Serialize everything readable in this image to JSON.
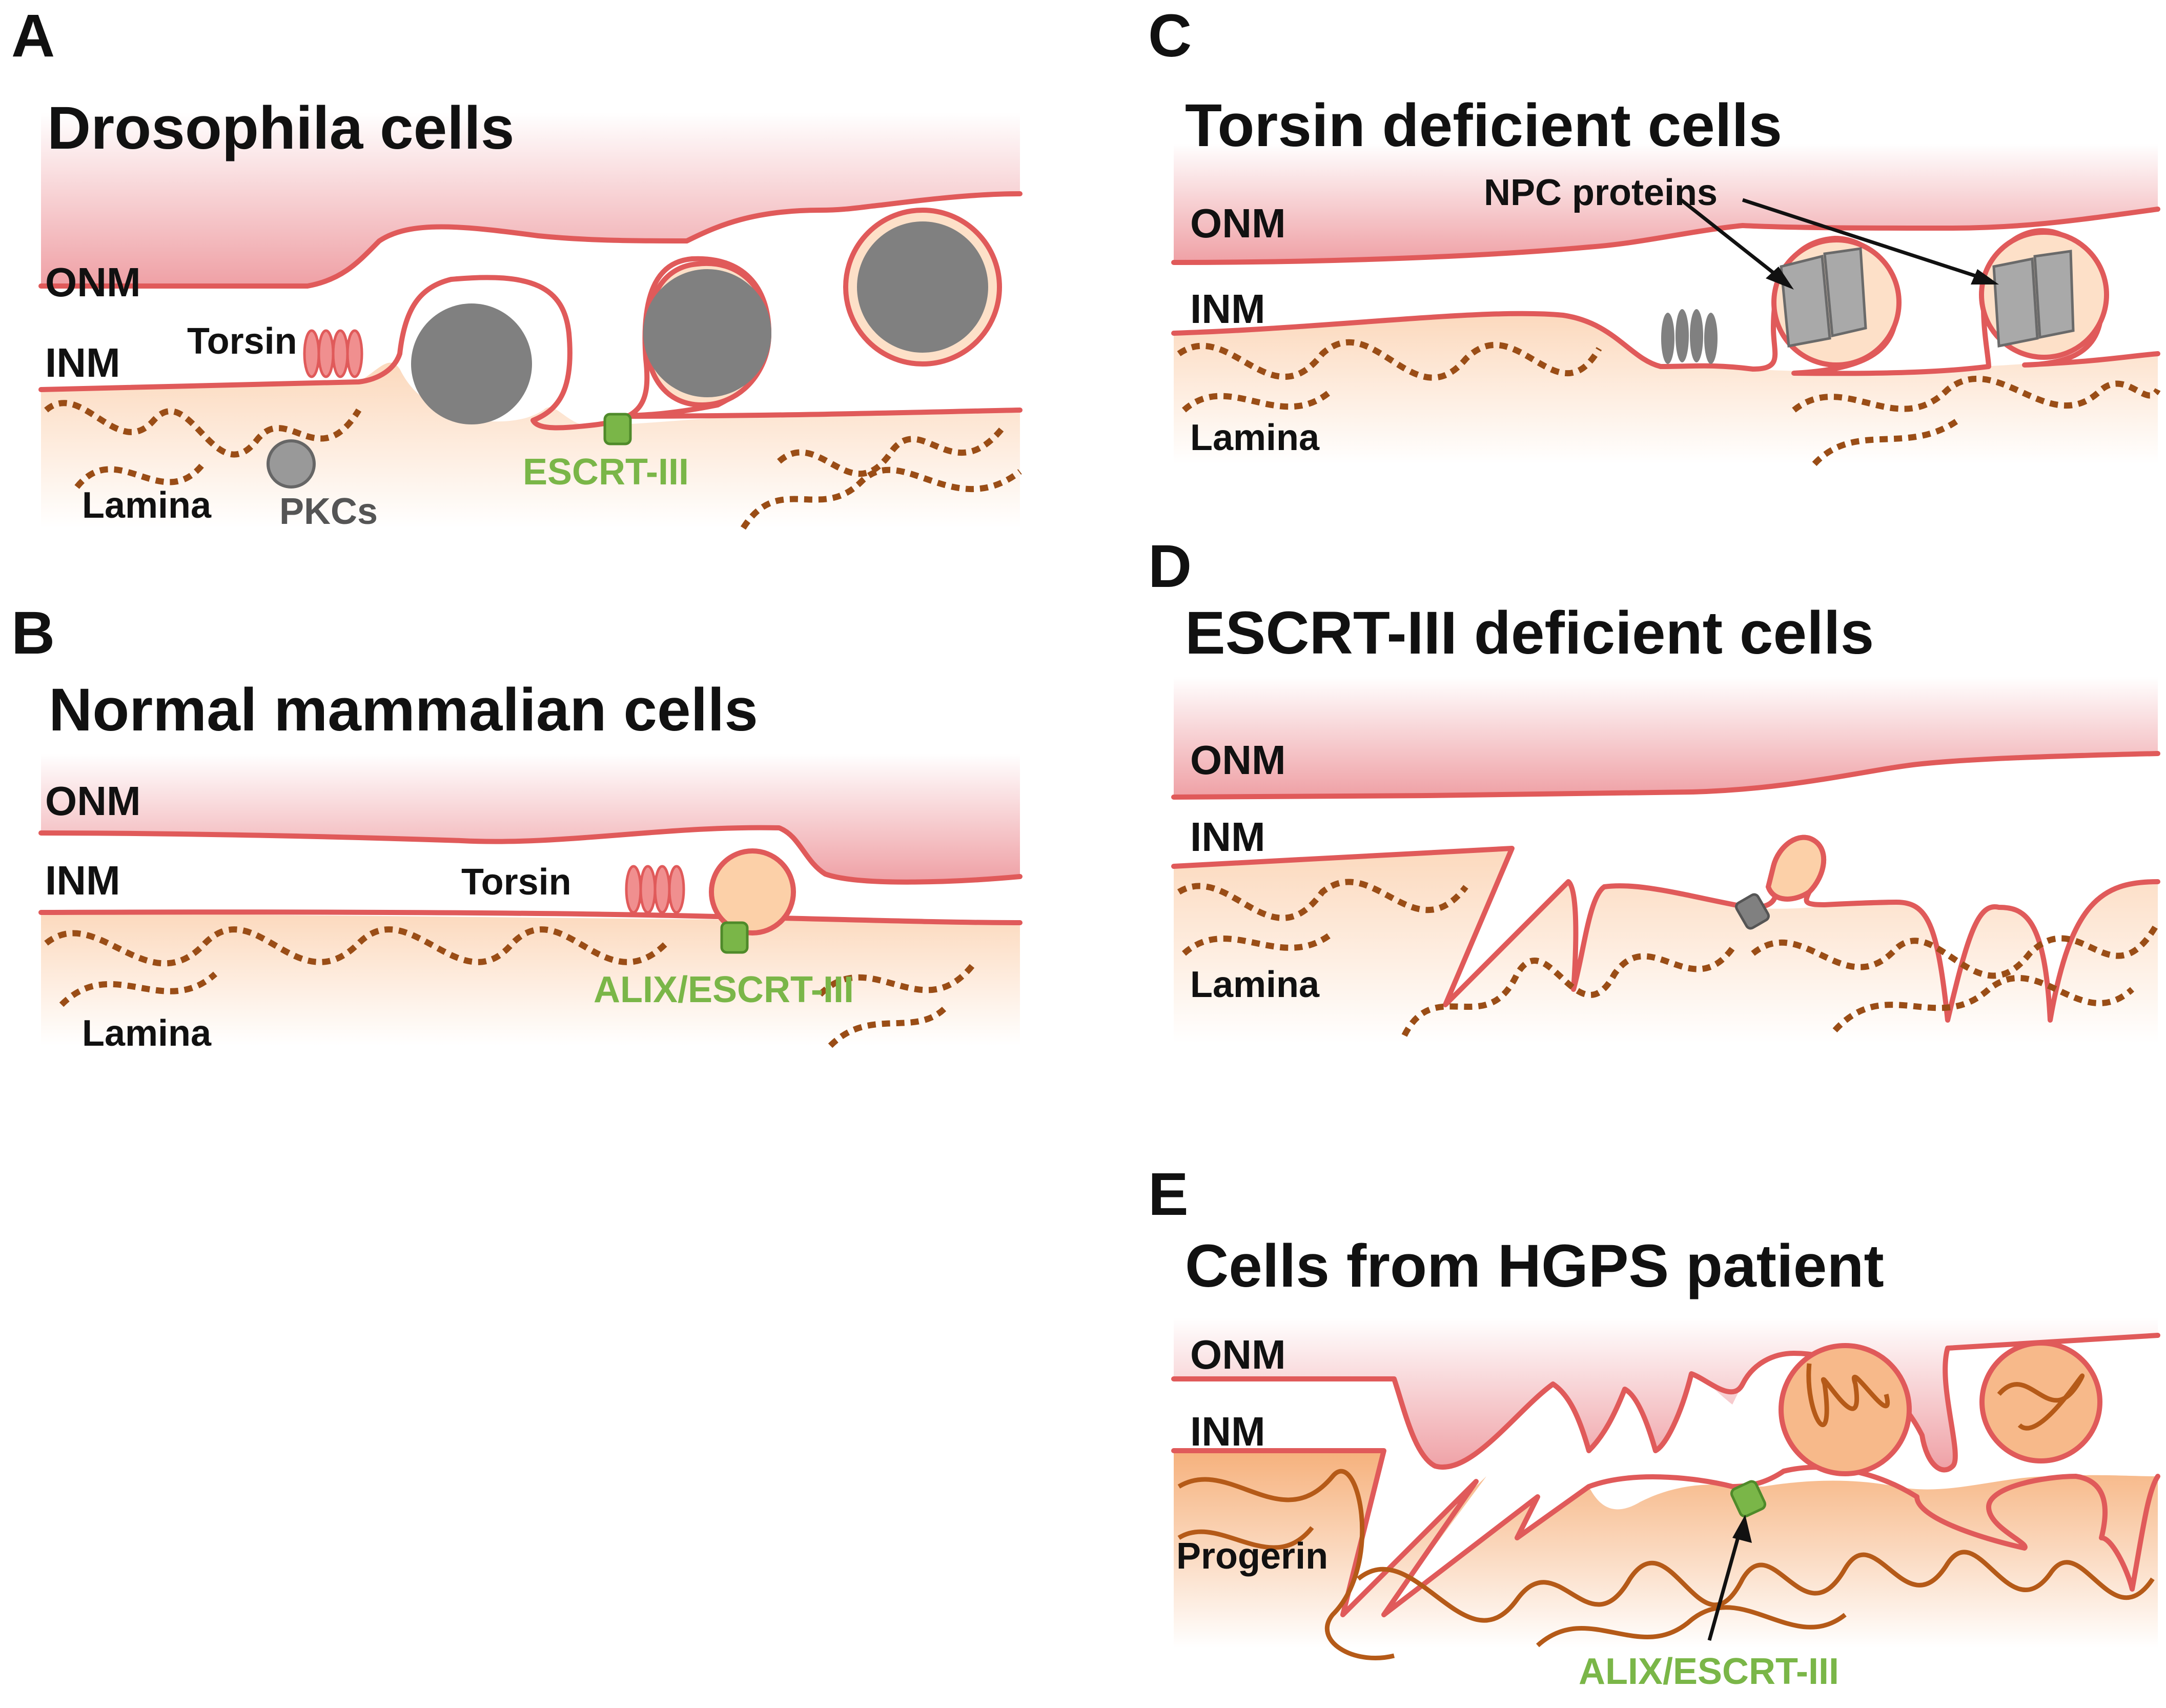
{
  "panels": {
    "A": {
      "letter": "A",
      "title": "Drosophila cells",
      "onm": "ONM",
      "inm": "INM",
      "torsin": "Torsin",
      "lamina": "Lamina",
      "pkcs": "PKCs",
      "escrt": "ESCRT-III"
    },
    "B": {
      "letter": "B",
      "title": "Normal mammalian cells",
      "onm": "ONM",
      "inm": "INM",
      "torsin": "Torsin",
      "lamina": "Lamina",
      "escrt": "ALIX/ESCRT-III"
    },
    "C": {
      "letter": "C",
      "title": "Torsin deficient cells",
      "onm": "ONM",
      "inm": "INM",
      "lamina": "Lamina",
      "npc": "NPC proteins"
    },
    "D": {
      "letter": "D",
      "title": "ESCRT-III deficient cells",
      "onm": "ONM",
      "inm": "INM",
      "lamina": "Lamina"
    },
    "E": {
      "letter": "E",
      "title": "Cells from HGPS patient",
      "onm": "ONM",
      "inm": "INM",
      "progerin": "Progerin",
      "escrt": "ALIX/ESCRT-III"
    }
  },
  "colors": {
    "membrane": "#e05a5a",
    "onm_fill": "#f2a9ad",
    "nucleoplasm": "#fde0c8",
    "lamina": "#9a4d16",
    "progerin": "#b55a18",
    "escrt": "#7ab648",
    "grey_particle": "#808080"
  }
}
